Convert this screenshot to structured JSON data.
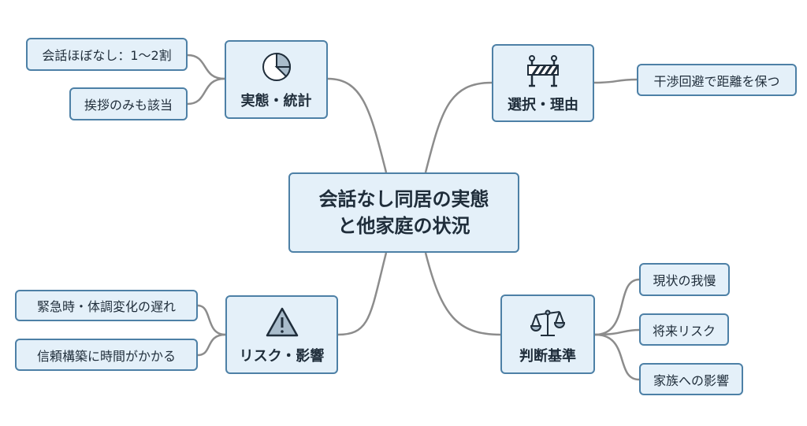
{
  "center": {
    "line1": "会話なし同居の実態",
    "line2": "と他家庭の状況"
  },
  "branches": [
    {
      "label": "実態・統計",
      "icon": "pie-chart-icon",
      "children": [
        "会話ほぼなし：1〜2割",
        "挨拶のみも該当"
      ]
    },
    {
      "label": "選択・理由",
      "icon": "barrier-icon",
      "children": [
        "干渉回避で距離を保つ"
      ]
    },
    {
      "label": "リスク・影響",
      "icon": "warning-icon",
      "children": [
        "緊急時・体調変化の遅れ",
        "信頼構築に時間がかかる"
      ]
    },
    {
      "label": "判断基準",
      "icon": "scales-icon",
      "children": [
        "現状の我慢",
        "将来リスク",
        "家族への影響"
      ]
    }
  ],
  "colors": {
    "fill": "#e4f0f9",
    "border": "#4d80a6",
    "line": "#8c8c8c",
    "text": "#1f2d3a"
  }
}
